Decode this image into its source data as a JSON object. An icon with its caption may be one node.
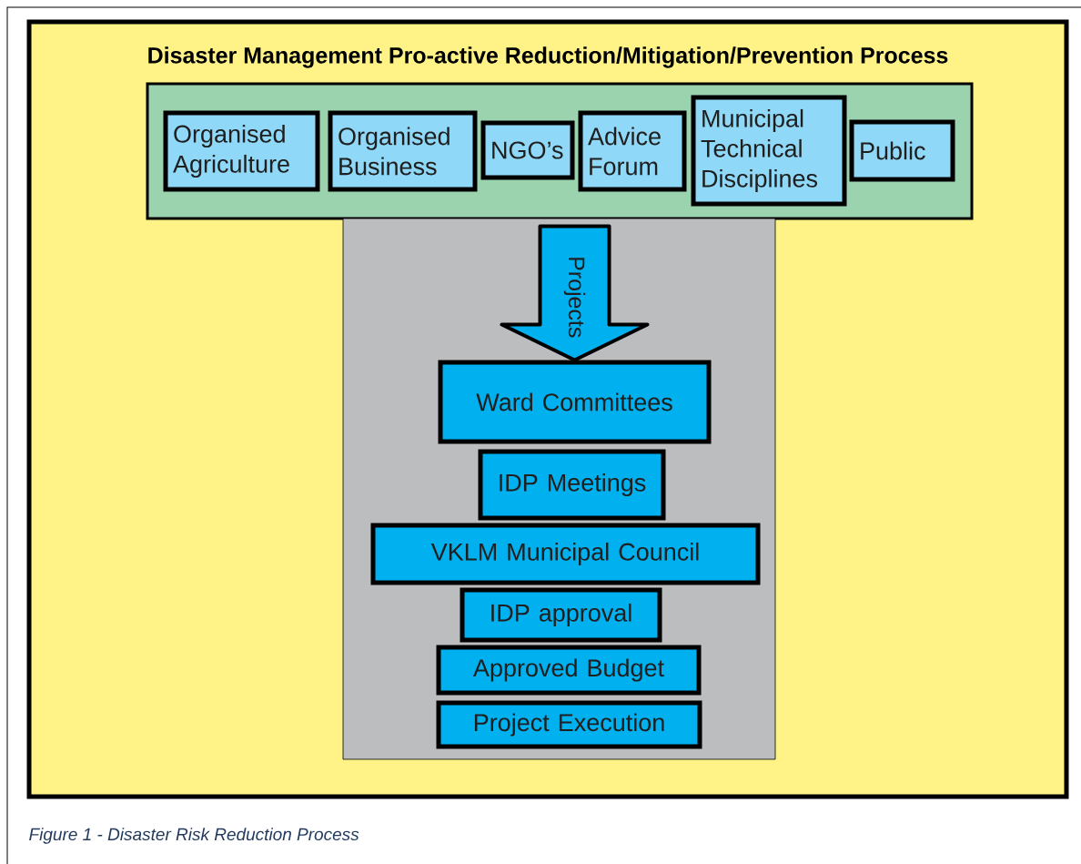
{
  "diagram": {
    "caption": "Figure 1 - Disaster Risk Reduction Process",
    "nodes": [
      {
        "text": [
          "Disaster Management Pro-active Reduction/Mitigation/Prevention Process"
        ]
      },
      {
        "text": [],
        "shape": "box",
        "in": 0
      },
      {
        "text": [
          "Organised Agriculture"
        ],
        "in": 1
      },
      {
        "text": [
          "Organised Business"
        ],
        "in": 1
      },
      {
        "text": [
          "NGO’s"
        ],
        "in": 1
      },
      {
        "text": [
          "Advice Forum"
        ],
        "in": 1
      },
      {
        "text": [
          "Municipal Technical Disciplines"
        ],
        "in": 1
      },
      {
        "text": [
          "Public"
        ],
        "in": 1
      },
      {
        "text": [],
        "shape": "box",
        "in": 0
      },
      {
        "text": [
          "Ward Committees"
        ],
        "in": 8
      },
      {
        "text": [
          "IDP Meetings"
        ],
        "in": 8
      },
      {
        "text": [
          "VKLM Municipal Council"
        ],
        "in": 8
      },
      {
        "text": [
          "IDP approval"
        ],
        "in": 8
      },
      {
        "text": [
          "Approved Budget"
        ],
        "in": 8
      },
      {
        "text": [
          "Project Execution"
        ],
        "in": 8
      }
    ],
    "edges": [
      {
        "from": 1,
        "to": 9,
        "arrow": "to",
        "label": "Projects"
      }
    ]
  }
}
